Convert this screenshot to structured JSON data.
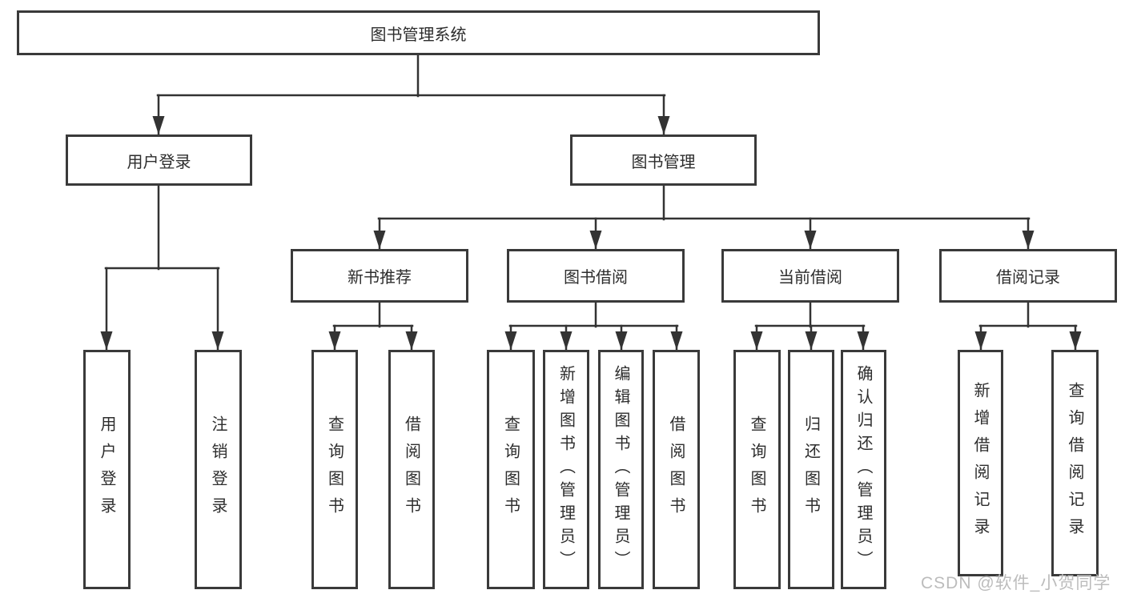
{
  "diagram_type": "hierarchy-tree",
  "tree": {
    "label": "图书管理系统",
    "children": [
      {
        "label": "用户登录",
        "children": [
          {
            "label": "用户登录"
          },
          {
            "label": "注销登录"
          }
        ]
      },
      {
        "label": "图书管理",
        "children": [
          {
            "label": "新书推荐",
            "children": [
              {
                "label": "查询图书"
              },
              {
                "label": "借阅图书"
              }
            ]
          },
          {
            "label": "图书借阅",
            "children": [
              {
                "label": "查询图书"
              },
              {
                "label": "新增图书（管理员）"
              },
              {
                "label": "编辑图书（管理员）"
              },
              {
                "label": "借阅图书"
              }
            ]
          },
          {
            "label": "当前借阅",
            "children": [
              {
                "label": "查询图书"
              },
              {
                "label": "归还图书"
              },
              {
                "label": "确认归还（管理员）"
              }
            ]
          },
          {
            "label": "借阅记录",
            "children": [
              {
                "label": "新增借阅记录"
              },
              {
                "label": "查询借阅记录"
              }
            ]
          }
        ]
      }
    ]
  },
  "watermark": {
    "text": "CSDN @软件_小贺同学"
  },
  "colors": {
    "line": "#333333",
    "box_border": "#3a3a3a",
    "box_fill": "#ffffff",
    "text": "#2d2d2d",
    "watermark": "#bcbcbc",
    "background": "#ffffff"
  }
}
